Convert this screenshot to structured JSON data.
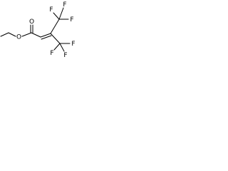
{
  "molecule": {
    "atoms": {
      "ester_oxygen": "O",
      "carbonyl_oxygen": "O",
      "trifluoromethyl_top": {
        "f1": "F",
        "f2": "F",
        "f3": "F"
      },
      "trifluoromethyl_bottom": {
        "f1": "F",
        "f2": "F",
        "f3": "F"
      }
    },
    "colors": {
      "bond": "#000000",
      "text": "#000000",
      "background": "#ffffff"
    }
  }
}
